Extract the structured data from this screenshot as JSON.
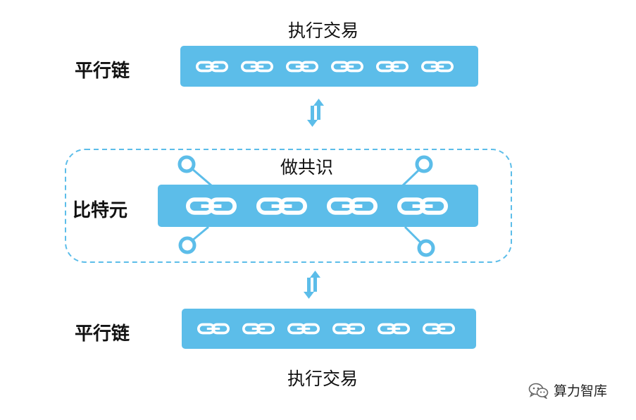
{
  "top_chain": {
    "label": "平行链",
    "caption": "执行交易",
    "link_count": 6
  },
  "middle_chain": {
    "label": "比特元",
    "caption": "做共识",
    "link_count": 4
  },
  "bottom_chain": {
    "label": "平行链",
    "caption": "执行交易",
    "link_count": 6
  },
  "watermark": {
    "text": "算力智库",
    "icon": "wechat-icon"
  },
  "colors": {
    "bar": "#5cbde9",
    "link": "#ffffff",
    "dashed_border": "#5cbde9",
    "node": "#5cbde9"
  }
}
